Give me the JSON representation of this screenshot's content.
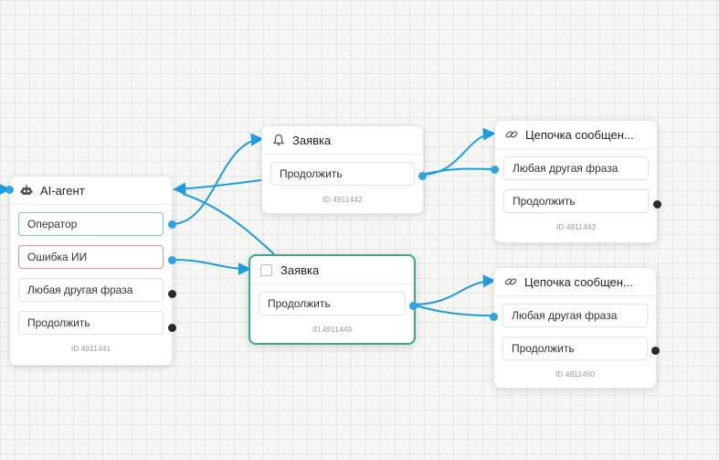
{
  "colors": {
    "wire": "#1e9de2",
    "selected_border": "#3aa88c",
    "ok_border": "#7fcfa8",
    "error_border": "#e88e8e"
  },
  "nodes": {
    "ai_agent": {
      "icon": "robot-icon",
      "title": "AI-агент",
      "buttons": [
        {
          "label": "Оператор",
          "state": "ok"
        },
        {
          "label": "Ошибка ИИ",
          "state": "error"
        },
        {
          "label": "Любая другая фраза"
        },
        {
          "label": "Продолжить"
        }
      ],
      "id_label": "ID 4911441"
    },
    "request_top": {
      "icon": "bell-icon",
      "title": "Заявка",
      "buttons": [
        {
          "label": "Продолжить"
        }
      ],
      "id_label": "ID 4911442"
    },
    "request_selected": {
      "icon": "checkbox-icon",
      "title": "Заявка",
      "buttons": [
        {
          "label": "Продолжить"
        }
      ],
      "id_label": "ID 4911449"
    },
    "chain_top": {
      "icon": "link-icon",
      "title": "Цепочка сообщен...",
      "buttons": [
        {
          "label": "Любая другая фраза"
        },
        {
          "label": "Продолжить"
        }
      ],
      "id_label": "ID 4911443"
    },
    "chain_bottom": {
      "icon": "link-icon",
      "title": "Цепочка сообщен...",
      "buttons": [
        {
          "label": "Любая другая фраза"
        },
        {
          "label": "Продолжить"
        }
      ],
      "id_label": "ID 4911450"
    }
  }
}
